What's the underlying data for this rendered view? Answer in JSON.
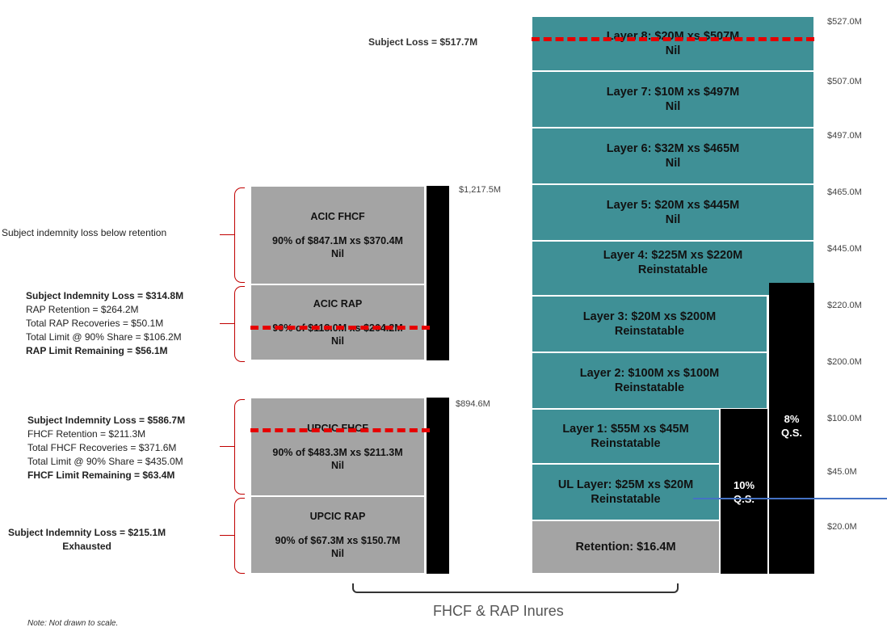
{
  "subject_loss_label": "Subject Loss = $517.7M",
  "layers": [
    {
      "line1": "Layer 8: $20M xs $507M",
      "line2": "Nil"
    },
    {
      "line1": "Layer 7: $10M xs $497M",
      "line2": "Nil"
    },
    {
      "line1": "Layer 6: $32M xs $465M",
      "line2": "Nil"
    },
    {
      "line1": "Layer 5: $20M xs $445M",
      "line2": "Nil"
    },
    {
      "line1": "Layer 4: $225M xs $220M",
      "line2": "Reinstatable"
    },
    {
      "line1": "Layer 3: $20M xs $200M",
      "line2": "Reinstatable"
    },
    {
      "line1": "Layer 2: $100M xs $100M",
      "line2": "Reinstatable"
    },
    {
      "line1": "Layer 1: $55M xs $45M",
      "line2": "Reinstatable"
    },
    {
      "line1": "UL Layer: $25M xs $20M",
      "line2": "Reinstatable"
    }
  ],
  "retention": "Retention: $16.4M",
  "qs8": {
    "line1": "8%",
    "line2": "Q.S."
  },
  "qs10": {
    "line1": "10%",
    "line2": "Q.S."
  },
  "attachments": [
    "$527.0M",
    "$507.0M",
    "$497.0M",
    "$465.0M",
    "$445.0M",
    "$220.0M",
    "$200.0M",
    "$100.0M",
    "$45.0M",
    "$20.0M"
  ],
  "acic_top_value": "$1,217.5M",
  "upcic_top_value": "$894.6M",
  "acic_fhcf": {
    "title": "ACIC FHCF",
    "line1": "90% of $847.1M xs $370.4M",
    "line2": "Nil"
  },
  "acic_rap": {
    "title": "ACIC RAP",
    "line1": "90% of $118.0M xs $264.2M",
    "line2": "Nil"
  },
  "upcic_fhcf": {
    "title": "UPCIC FHCF",
    "line1": "90% of $483.3M xs $211.3M",
    "line2": "Nil"
  },
  "upcic_rap": {
    "title": "UPCIC RAP",
    "line1": "90% of $67.3M xs $150.7M",
    "line2": "Nil"
  },
  "left_labels": {
    "below_retention": "Subject indemnity  loss below retention",
    "acic_rap_block": [
      "Subject Indemnity  Loss = $314.8M",
      "RAP Retention = $264.2M",
      "Total RAP Recoveries = $50.1M",
      "Total Limit @ 90% Share = $106.2M",
      "RAP  Limit Remaining = $56.1M"
    ],
    "upcic_fhcf_block": [
      "Subject Indemnity  Loss = $586.7M",
      "FHCF  Retention = $211.3M",
      "Total FHCF Recoveries = $371.6M",
      "Total Limit @ 90% Share = $435.0M",
      "FHCF Limit Remaining = $63.4M"
    ],
    "upcic_rap_block": [
      "Subject Indemnity  Loss = $215.1M",
      "Exhausted"
    ]
  },
  "inures_label": "FHCF & RAP Inures",
  "note": "Note: Not drawn to scale.",
  "colors": {
    "tower": "#3f9096",
    "grey_box": "#a4a4a4",
    "dashed_line": "#e60000",
    "bracket": "#c00000"
  }
}
